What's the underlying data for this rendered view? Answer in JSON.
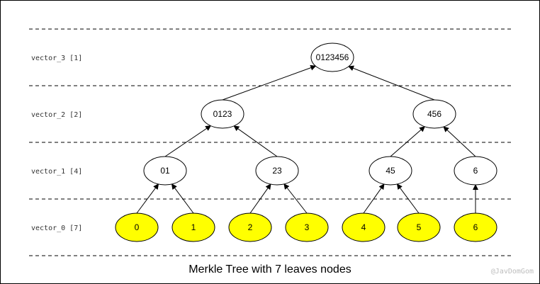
{
  "colors": {
    "leaf_fill": "#ffff00",
    "node_fill": "#ffffff",
    "stroke": "#000000"
  },
  "levels": [
    {
      "id": "vector_3",
      "label": "vector_3 [1]"
    },
    {
      "id": "vector_2",
      "label": "vector_2 [2]"
    },
    {
      "id": "vector_1",
      "label": "vector_1 [4]"
    },
    {
      "id": "vector_0",
      "label": "vector_0 [7]"
    }
  ],
  "nodes": [
    {
      "id": "0123456",
      "label": "0123456",
      "level": 3,
      "leaf": false
    },
    {
      "id": "0123",
      "label": "0123",
      "level": 2,
      "leaf": false
    },
    {
      "id": "456",
      "label": "456",
      "level": 2,
      "leaf": false
    },
    {
      "id": "01",
      "label": "01",
      "level": 1,
      "leaf": false
    },
    {
      "id": "23",
      "label": "23",
      "level": 1,
      "leaf": false
    },
    {
      "id": "45",
      "label": "45",
      "level": 1,
      "leaf": false
    },
    {
      "id": "6b",
      "label": "6",
      "level": 1,
      "leaf": false
    },
    {
      "id": "0",
      "label": "0",
      "level": 0,
      "leaf": true
    },
    {
      "id": "1",
      "label": "1",
      "level": 0,
      "leaf": true
    },
    {
      "id": "2",
      "label": "2",
      "level": 0,
      "leaf": true
    },
    {
      "id": "3",
      "label": "3",
      "level": 0,
      "leaf": true
    },
    {
      "id": "4",
      "label": "4",
      "level": 0,
      "leaf": true
    },
    {
      "id": "5",
      "label": "5",
      "level": 0,
      "leaf": true
    },
    {
      "id": "6",
      "label": "6",
      "level": 0,
      "leaf": true
    }
  ],
  "edges": [
    {
      "from": "0",
      "to": "01"
    },
    {
      "from": "1",
      "to": "01"
    },
    {
      "from": "2",
      "to": "23"
    },
    {
      "from": "3",
      "to": "23"
    },
    {
      "from": "4",
      "to": "45"
    },
    {
      "from": "5",
      "to": "45"
    },
    {
      "from": "6",
      "to": "6b"
    },
    {
      "from": "01",
      "to": "0123"
    },
    {
      "from": "23",
      "to": "0123"
    },
    {
      "from": "45",
      "to": "456"
    },
    {
      "from": "6b",
      "to": "456"
    },
    {
      "from": "0123",
      "to": "0123456"
    },
    {
      "from": "456",
      "to": "0123456"
    }
  ],
  "caption": "Merkle Tree with 7 leaves nodes",
  "watermark": "@JavDomGom"
}
